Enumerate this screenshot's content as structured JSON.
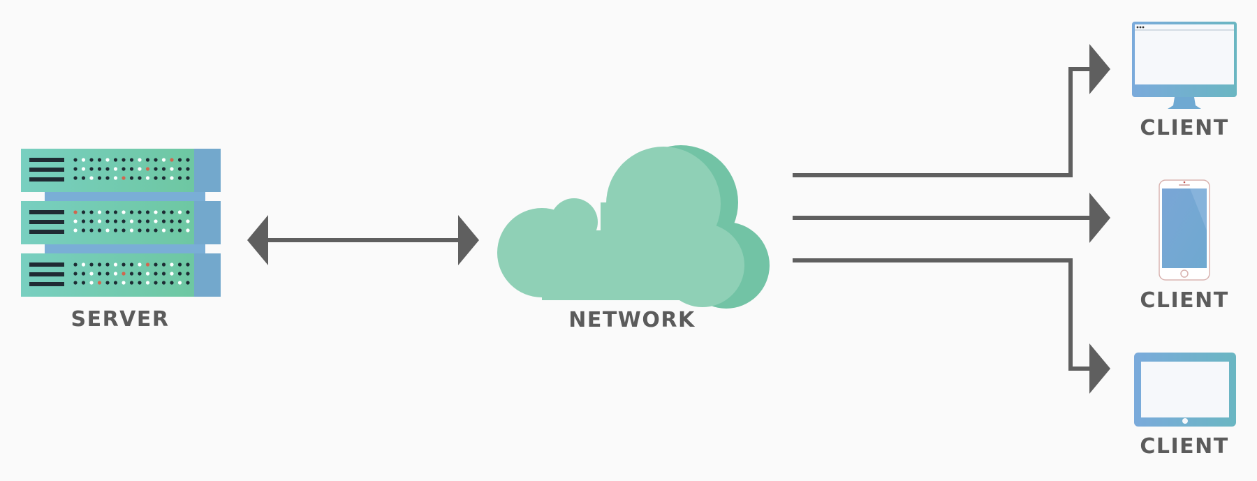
{
  "labels": {
    "server": "SERVER",
    "network": "NETWORK",
    "clients": [
      "CLIENT",
      "CLIENT",
      "CLIENT"
    ]
  },
  "colors": {
    "background": "#fafafa",
    "label": "#5b5b5b",
    "arrow": "#5f5f5f",
    "server_green": "#6fcaa8",
    "server_blue": "#6aa3cf",
    "cloud_light": "#8fd0b6",
    "cloud_dark": "#72c3a5",
    "device_blue": "#74a9d6",
    "device_teal": "#6ab3c2",
    "screen": "#f6f8fb",
    "led_white": "#ffffff",
    "led_black": "#1d2b33",
    "led_red": "#d0664f"
  },
  "icons": [
    "server-rack-icon",
    "cloud-icon",
    "desktop-monitor-icon",
    "smartphone-icon",
    "tablet-icon"
  ]
}
